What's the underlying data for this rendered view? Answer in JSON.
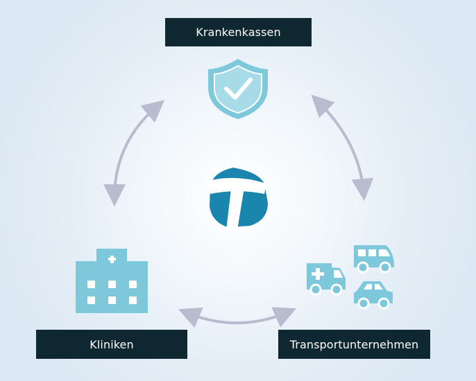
{
  "nodes": {
    "top": {
      "label": "Krankenkassen",
      "icon": "shield-check-icon"
    },
    "left": {
      "label": "Kliniken",
      "icon": "hospital-icon"
    },
    "right": {
      "label": "Transportunternehmen",
      "icon": "vehicles-icon"
    },
    "center": {
      "icon": "logo-t-icon"
    }
  },
  "colors": {
    "label_bg": "#0f2730",
    "label_text": "#ffffff",
    "icon_light_blue": "#7ec8dc",
    "arrow_gray": "#b7bccf",
    "logo_blue": "#1b86ad"
  }
}
